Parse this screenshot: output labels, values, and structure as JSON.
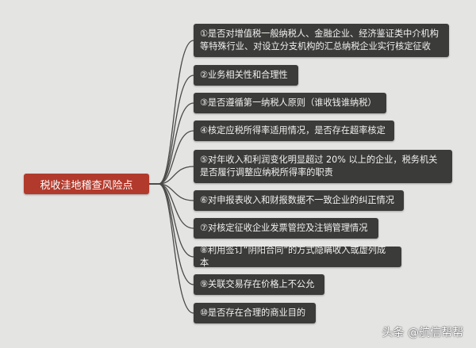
{
  "center": {
    "label": "税收洼地稽查风险点",
    "color": "#b23a2c"
  },
  "branches": [
    {
      "label": "①是否对增值税一般纳税人、金融企业、经济鉴证类中介机构等特殊行业、对设立分支机构的汇总纳税企业实行核定征收"
    },
    {
      "label": "②业务相关性和合理性"
    },
    {
      "label": "③是否遵循第一纳税人原则（谁收钱谁纳税）"
    },
    {
      "label": "④核定应税所得率适用情况，是否存在超率核定"
    },
    {
      "label": "⑤对年收入和利润变化明显超过 20% 以上的企业，税务机关是否履行调整应纳税所得率的职责"
    },
    {
      "label": "⑥对申报表收入和财报数据不一致企业的纠正情况"
    },
    {
      "label": "⑦对核定征收企业发票管控及注销管理情况"
    },
    {
      "label": "⑧利用签订“阴阳合同”的方式隐瞒收入或虚列成本"
    },
    {
      "label": "⑨关联交易存在价格上不公允"
    },
    {
      "label": "⑩是否存在合理的商业目的"
    }
  ],
  "watermark": "头条 @航信帮帮"
}
